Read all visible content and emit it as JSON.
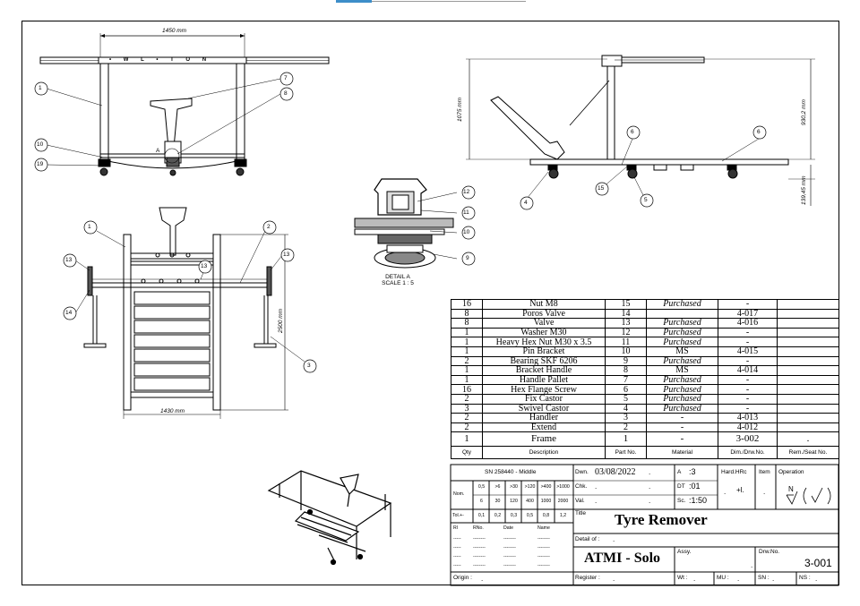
{
  "views": {
    "top_front": {
      "dim_width": "1450 mm",
      "logo_letters": "• W L • T O N"
    },
    "side": {
      "dim_height": "1075 mm",
      "dim_right_upper": "930,2 mm",
      "dim_right_lower": "139,45 mm"
    },
    "plan": {
      "dim_length": "2500 mm",
      "dim_width": "1430 mm"
    },
    "detail": {
      "title": "DETAIL A",
      "scale": "SCALE 1 : 5",
      "marker": "A"
    },
    "balloons": {
      "front": [
        "1",
        "7",
        "8",
        "10",
        "19"
      ],
      "plan": [
        "1",
        "2",
        "13",
        "13",
        "13",
        "14",
        "3"
      ],
      "detail": [
        "12",
        "11",
        "10",
        "9"
      ],
      "side": [
        "6",
        "6",
        "4",
        "15",
        "5"
      ]
    }
  },
  "bom": {
    "rows": [
      {
        "qty": "16",
        "desc": "Nut M8",
        "part": "15",
        "material": "Purchased",
        "dim": "-",
        "rem": ""
      },
      {
        "qty": "8",
        "desc": "Poros Valve",
        "part": "14",
        "material": "",
        "dim": "4-017",
        "rem": ""
      },
      {
        "qty": "8",
        "desc": "Valve",
        "part": "13",
        "material": "Purchased",
        "dim": "4-016",
        "rem": ""
      },
      {
        "qty": "1",
        "desc": "Washer M30",
        "part": "12",
        "material": "Purchased",
        "dim": "-",
        "rem": ""
      },
      {
        "qty": "1",
        "desc": "Heavy Hex Nut M30 x 3.5",
        "part": "11",
        "material": "Purchased",
        "dim": "-",
        "rem": ""
      },
      {
        "qty": "1",
        "desc": "Pin Bracket",
        "part": "10",
        "material": "MS",
        "dim": "4-015",
        "rem": ""
      },
      {
        "qty": "2",
        "desc": "Bearing SKF 6206",
        "part": "9",
        "material": "Purchased",
        "dim": "-",
        "rem": ""
      },
      {
        "qty": "1",
        "desc": "Bracket Handle",
        "part": "8",
        "material": "MS",
        "dim": "4-014",
        "rem": ""
      },
      {
        "qty": "1",
        "desc": "Handle Pallet",
        "part": "7",
        "material": "Purchased",
        "dim": "-",
        "rem": ""
      },
      {
        "qty": "16",
        "desc": "Hex Flange Screw",
        "part": "6",
        "material": "Purchased",
        "dim": "-",
        "rem": ""
      },
      {
        "qty": "2",
        "desc": "Fix Castor",
        "part": "5",
        "material": "Purchased",
        "dim": "-",
        "rem": ""
      },
      {
        "qty": "3",
        "desc": "Swivel Castor",
        "part": "4",
        "material": "Purchased",
        "dim": "-",
        "rem": ""
      },
      {
        "qty": "2",
        "desc": "Handler",
        "part": "3",
        "material": "-",
        "dim": "4-013",
        "rem": ""
      },
      {
        "qty": "2",
        "desc": "Extend",
        "part": "2",
        "material": "-",
        "dim": "4-012",
        "rem": ""
      }
    ],
    "frame_row": {
      "qty": "1",
      "desc": "Frame",
      "part": "1",
      "material": "-",
      "dim": "3-002",
      "rem": "."
    },
    "headers": {
      "qty": "Qty",
      "desc": "Description",
      "part": "Part No.",
      "material": "Material",
      "dim": "Dim./Drw.No.",
      "rem": "Rem./Seat No."
    }
  },
  "title_block": {
    "sn": "SN 258440 - Middle",
    "tol_ranges": [
      "0,5",
      ">6",
      ">30",
      ">120",
      ">400",
      ">1000"
    ],
    "tol_ranges2": [
      "6",
      "30",
      "120",
      "400",
      "1000",
      "2000"
    ],
    "nom_label": "Nom.",
    "tol_label": "Tol.+-",
    "tol_values": [
      "0,1",
      "0,2",
      "0,3",
      "0,5",
      "0,8",
      "1,2"
    ],
    "dwn_label": "Dwn.",
    "dwn_date": "03/08/2022",
    "chk_label": "Chk.",
    "val_label": "Val.",
    "dot": ".",
    "a_label": "A",
    "a_value": ":3",
    "dt_label": "DT",
    "dt_value": ":01",
    "sc_label": "Sc.",
    "sc_value": ":1:50",
    "hard_label": "Hard.HRc",
    "hard_value": "+l.",
    "item_label": "Item",
    "operation_label": "Operation",
    "operation_symbol": "N",
    "title_label": "Title",
    "title": "Tyre Remover",
    "detail_of_label": "Detail of :",
    "rev_headers": [
      "Rl",
      "RNo.",
      "Date",
      "Name"
    ],
    "rev_dash": "-----",
    "rev_dash_long": "--------",
    "company": "ATMI - Solo",
    "assy_label": "Assy.",
    "drw_label": "Drw.No.",
    "drw_no": "3-001",
    "origin_label": "Origin :",
    "register_label": "Register :",
    "wt_label": "Wt :",
    "mu_label": "MU :",
    "sn_label": "SN :",
    "ns_label": "NS :"
  }
}
